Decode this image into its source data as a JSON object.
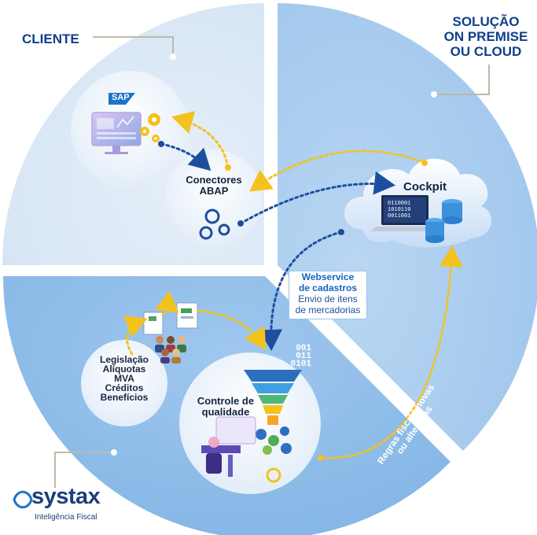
{
  "regions": {
    "client_title": "CLIENTE",
    "solution_title_lines": [
      "SOLUÇÃO",
      "ON PREMISE",
      "OU CLOUD"
    ]
  },
  "nodes": {
    "sap_badge": "SAP",
    "connectors_lines": [
      "Conectores",
      "ABAP"
    ],
    "cockpit": "Cockpit",
    "binary_lines": [
      "0110001",
      "1010110",
      "0011001"
    ],
    "funnel_bits": [
      "001",
      "011",
      "0101"
    ],
    "quality_lines": [
      "Controle de",
      "qualidade"
    ]
  },
  "webservice": {
    "lines": [
      "Webservice",
      "de cadastros",
      "Envio de itens",
      "de mercadorias"
    ]
  },
  "tax_list": [
    "Legislação",
    "Alíquotas",
    "MVA",
    "Créditos",
    "Benefícios"
  ],
  "tax_rules_lines": [
    "Regras fiscais novas",
    "ou alteradas"
  ],
  "logo": {
    "name": "systax",
    "tagline": "Inteligência Fiscal"
  },
  "colors": {
    "client_quadrant": "#dde9f6",
    "solution_quadrant": "#a8cbee",
    "bottom_quadrant": "#8bbbe8",
    "title_blue": "#0f3f8c",
    "arrow_blue": "#1e4f9e",
    "arrow_yellow": "#f3c21c"
  }
}
